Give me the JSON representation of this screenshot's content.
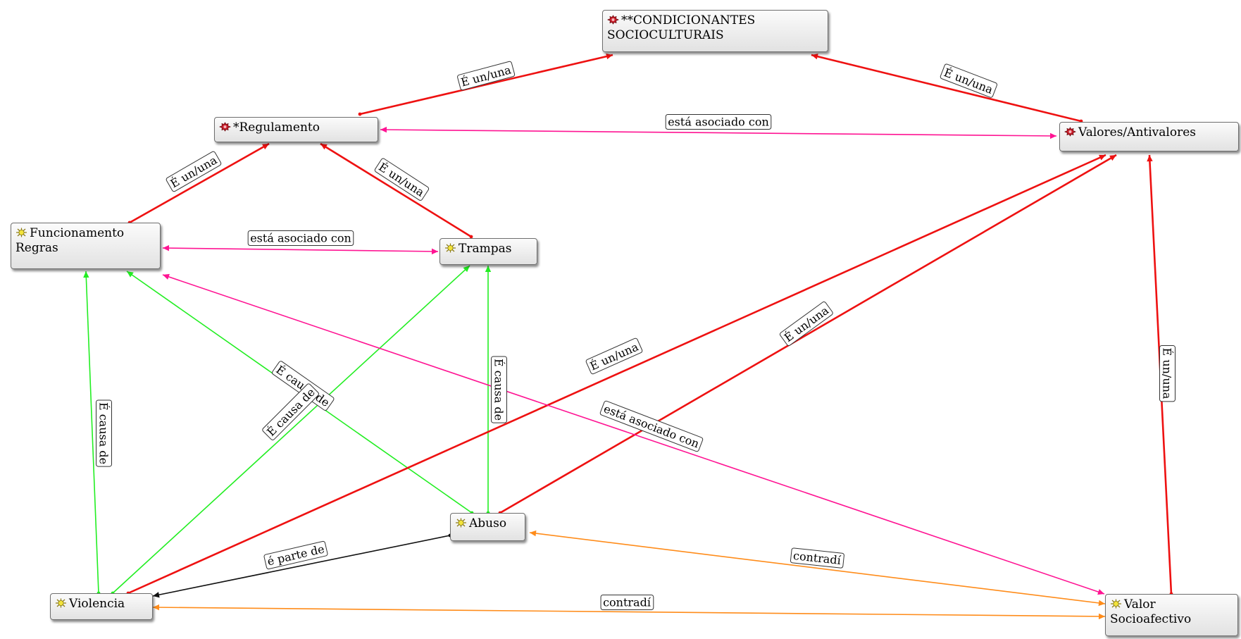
{
  "nodes": [
    {
      "id": "cond",
      "label": "**CONDICIONANTES\nSOCIOCULTURAIS",
      "icon": "red-gear-icon"
    },
    {
      "id": "reg",
      "label": "*Regulamento",
      "icon": "red-gear-icon"
    },
    {
      "id": "val",
      "label": "Valores/Antivalores",
      "icon": "red-gear-icon"
    },
    {
      "id": "func",
      "label": "Funcionamento\nRegras",
      "icon": "yellow-sun-icon"
    },
    {
      "id": "tram",
      "label": "Trampas",
      "icon": "yellow-sun-icon"
    },
    {
      "id": "abu",
      "label": "Abuso",
      "icon": "yellow-sun-icon"
    },
    {
      "id": "vio",
      "label": "Violencia",
      "icon": "yellow-sun-icon"
    },
    {
      "id": "vsa",
      "label": "Valor\nSocioafectivo",
      "icon": "yellow-sun-icon"
    }
  ],
  "edges": [
    {
      "from": "reg",
      "to": "cond",
      "label": "É un/una",
      "color": "#ee1111"
    },
    {
      "from": "val",
      "to": "cond",
      "label": "É un/una",
      "color": "#ee1111"
    },
    {
      "from": "reg",
      "to": "val",
      "label": "está asociado con",
      "color": "#ff1493"
    },
    {
      "from": "func",
      "to": "reg",
      "label": "É un/una",
      "color": "#ee1111"
    },
    {
      "from": "tram",
      "to": "reg",
      "label": "É un/una",
      "color": "#ee1111"
    },
    {
      "from": "func",
      "to": "tram",
      "label": "está asociado con",
      "color": "#ff1493"
    },
    {
      "from": "vio",
      "to": "func",
      "label": "É causa de",
      "color": "#22ee22"
    },
    {
      "from": "abu",
      "to": "func",
      "label": "É causa de",
      "color": "#22ee22"
    },
    {
      "from": "vio",
      "to": "tram",
      "label": "É causa de",
      "color": "#22ee22"
    },
    {
      "from": "abu",
      "to": "tram",
      "label": "É causa de",
      "color": "#22ee22"
    },
    {
      "from": "vio",
      "to": "val",
      "label": "É un/una",
      "color": "#ee1111"
    },
    {
      "from": "abu",
      "to": "val",
      "label": "É un/una",
      "color": "#ee1111"
    },
    {
      "from": "vsa",
      "to": "val",
      "label": "É un/una",
      "color": "#ee1111"
    },
    {
      "from": "func",
      "to": "vsa",
      "label": "está asociado con",
      "color": "#ff1493"
    },
    {
      "from": "abu",
      "to": "vio",
      "label": "é parte de",
      "color": "#111111"
    },
    {
      "from": "abu",
      "to": "vsa",
      "label": "contradí",
      "color": "#ff8c1a"
    },
    {
      "from": "vio",
      "to": "vsa",
      "label": "contradí",
      "color": "#ff8c1a"
    }
  ]
}
